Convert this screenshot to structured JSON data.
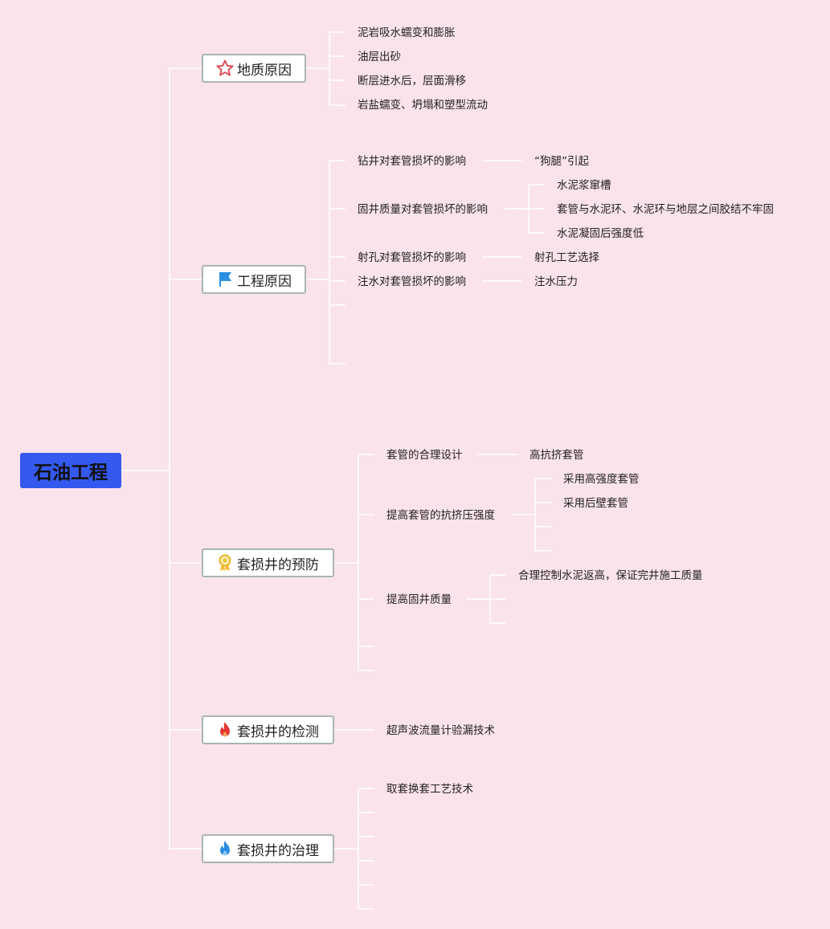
{
  "root": {
    "label": "石油工程",
    "color": "#3558ee"
  },
  "branches": {
    "geology": {
      "label": "地质原因",
      "icon": "star-icon",
      "items": [
        "泥岩吸水蠕变和膨胀",
        "油层出砂",
        "断层进水后，层面滑移",
        "岩盐蠕变、坍塌和塑型流动"
      ]
    },
    "engineering": {
      "label": "工程原因",
      "icon": "flag-icon",
      "items": [
        {
          "label": "钻井对套管损坏的影响",
          "children": [
            "“狗腿”引起"
          ]
        },
        {
          "label": "固井质量对套管损坏的影响",
          "children": [
            "水泥浆窜槽",
            "套管与水泥环、水泥环与地层之间胶结不牢固",
            "水泥凝固后强度低"
          ]
        },
        {
          "label": "射孔对套管损坏的影响",
          "children": [
            "射孔工艺选择"
          ]
        },
        {
          "label": "注水对套管损坏的影响",
          "children": [
            "注水压力"
          ]
        }
      ]
    },
    "prevention": {
      "label": "套损井的预防",
      "icon": "award-icon",
      "items": [
        {
          "label": "套管的合理设计",
          "children": [
            "高抗挤套管"
          ]
        },
        {
          "label": "提高套管的抗挤压强度",
          "children": [
            "采用高强度套管",
            "采用后壁套管"
          ]
        },
        {
          "label": "提高固井质量",
          "children": [
            "合理控制水泥返高，保证完井施工质量"
          ]
        }
      ]
    },
    "detection": {
      "label": "套损井的检测",
      "icon": "fire-icon",
      "items": [
        "超声波流量计验漏技术"
      ]
    },
    "treatment": {
      "label": "套损井的治理",
      "icon": "water-drop-icon",
      "items": [
        "取套换套工艺技术"
      ]
    }
  }
}
